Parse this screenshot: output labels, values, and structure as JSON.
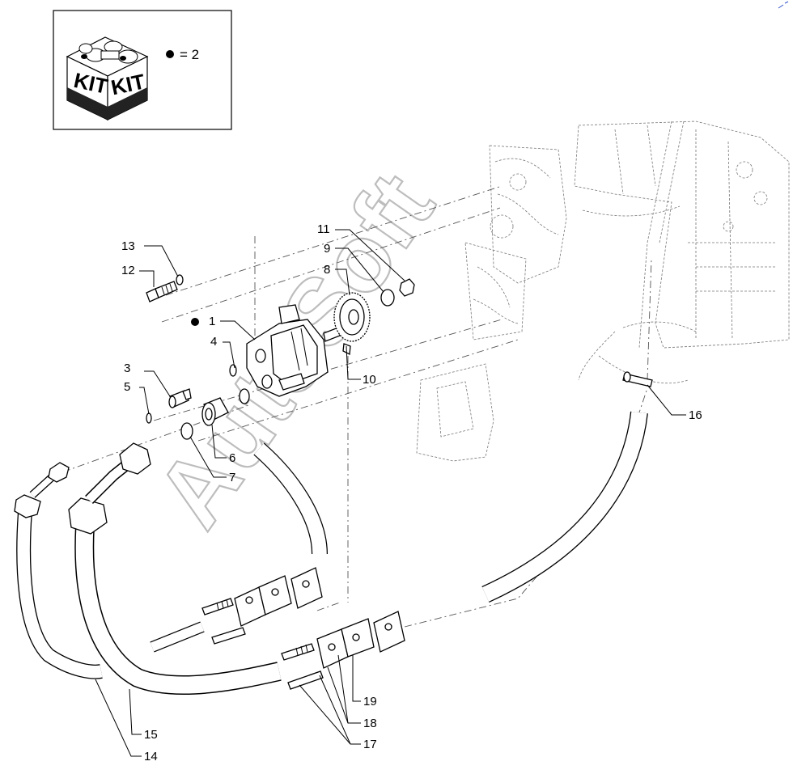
{
  "kit_box": {
    "label_left": "KIT",
    "label_right": "KIT",
    "legend_symbol": "●",
    "legend_text": "= 2"
  },
  "watermark": "AutoSoft",
  "callouts": [
    {
      "id": "1",
      "text": "1",
      "marked": true
    },
    {
      "id": "2",
      "text": "3"
    },
    {
      "id": "3",
      "text": "4"
    },
    {
      "id": "4",
      "text": "5"
    },
    {
      "id": "5",
      "text": "6"
    },
    {
      "id": "6",
      "text": "7"
    },
    {
      "id": "7",
      "text": "8"
    },
    {
      "id": "8",
      "text": "9"
    },
    {
      "id": "9",
      "text": "10"
    },
    {
      "id": "10",
      "text": "11"
    },
    {
      "id": "11",
      "text": "12"
    },
    {
      "id": "12",
      "text": "13"
    },
    {
      "id": "13",
      "text": "14"
    },
    {
      "id": "14",
      "text": "15"
    },
    {
      "id": "15",
      "text": "16"
    },
    {
      "id": "16",
      "text": "17"
    },
    {
      "id": "17",
      "text": "18"
    },
    {
      "id": "18",
      "text": "19"
    }
  ]
}
